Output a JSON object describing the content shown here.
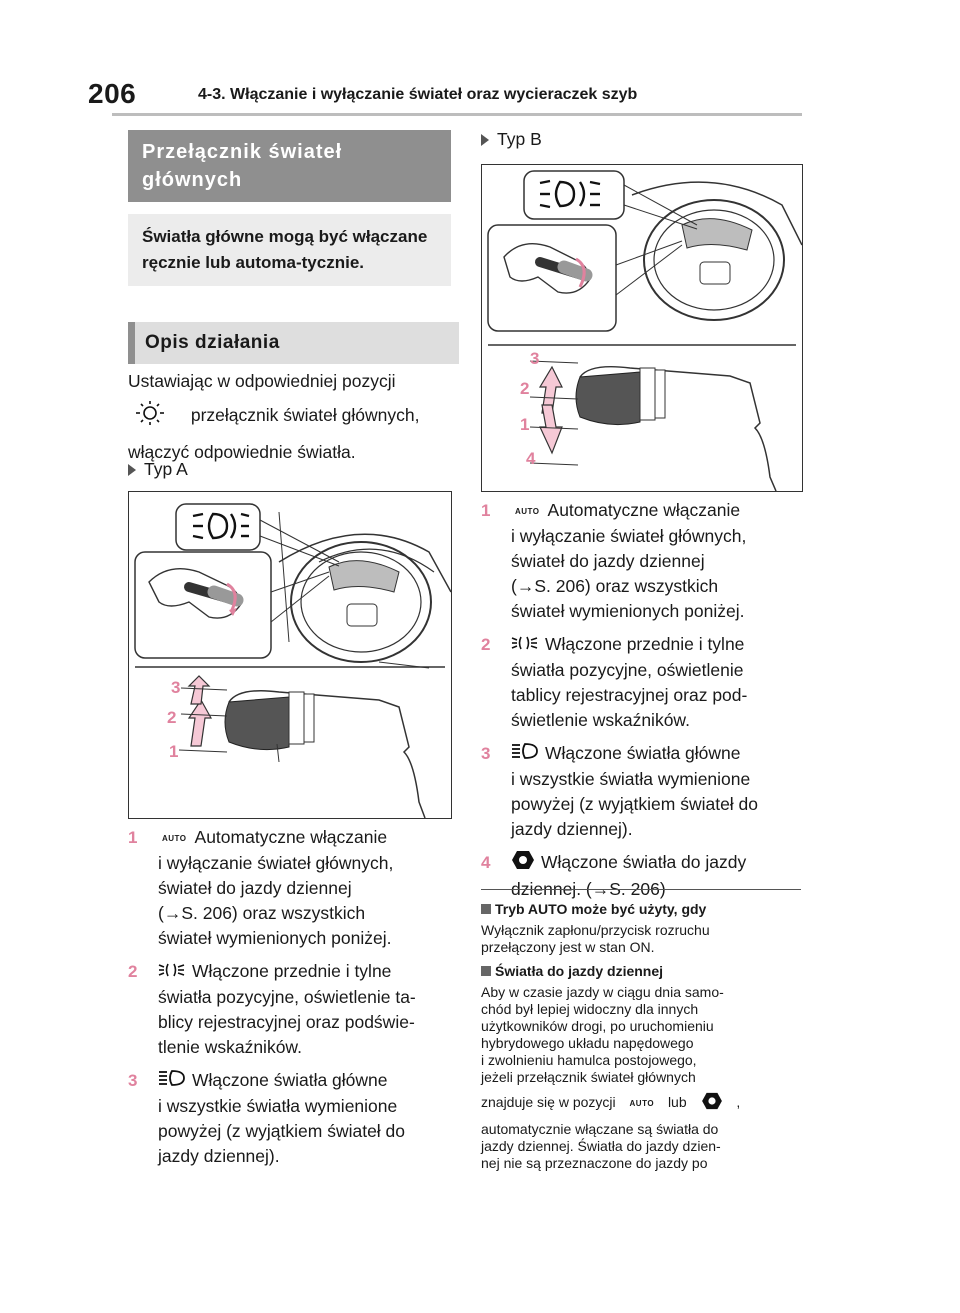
{
  "header": {
    "page_number": "206",
    "chapter_title": "4-3. Włączanie i wyłączanie świateł oraz wycieraczek szyb"
  },
  "left": {
    "section_heading": "Przełącznik świateł głównych",
    "summary": "Światła główne mogą być włączane ręcznie lub automa-tycznie.",
    "subheading": "Opis działania",
    "intro_line1": "Ustawiając w odpowiedniej pozycji",
    "intro_line2": "przełącznik świateł głównych,",
    "intro_line3": "włączyć odpowiednie światła.",
    "type_label": "Typ A",
    "items": [
      {
        "num": "1",
        "icon": "AUTO",
        "lines": [
          "Automatyczne włączanie",
          "i wyłączanie świateł głównych,",
          "świateł do jazdy dziennej",
          "(→S. 206) oraz wszystkich",
          "świateł wymienionych poniżej."
        ]
      },
      {
        "num": "2",
        "lines": [
          "Włączone przednie i tylne",
          "światła pozycyjne, oświetlenie ta-",
          "blicy rejestracyjnej oraz podświe-",
          "tlenie wskaźników."
        ]
      },
      {
        "num": "3",
        "lines": [
          "Włączone światła główne",
          "i wszystkie światła wymienione",
          "powyżej (z wyjątkiem świateł do",
          "jazdy dziennej)."
        ]
      }
    ],
    "fig_labels": [
      "3",
      "2",
      "1"
    ]
  },
  "right": {
    "type_label": "Typ B",
    "items": [
      {
        "num": "1",
        "icon": "AUTO",
        "lines": [
          "Automatyczne włączanie",
          "i wyłączanie świateł głównych,",
          "świateł do jazdy dziennej",
          "(→S. 206) oraz wszystkich",
          "świateł wymienionych poniżej."
        ]
      },
      {
        "num": "2",
        "lines": [
          "Włączone przednie i tylne",
          "światła pozycyjne, oświetlenie",
          "tablicy rejestracyjnej oraz pod-",
          "świetlenie wskaźników."
        ]
      },
      {
        "num": "3",
        "lines": [
          "Włączone światła główne",
          "i wszystkie światła wymienione",
          "powyżej (z wyjątkiem świateł do",
          "jazdy dziennej)."
        ]
      },
      {
        "num": "4",
        "lines": [
          "Włączone światła do jazdy",
          "dziennej. (→S. 206)"
        ]
      }
    ],
    "fig_labels": [
      "3",
      "2",
      "1",
      "4"
    ],
    "note1_title": "Tryb AUTO może być użyty, gdy",
    "note1_lines": [
      "Wyłącznik zapłonu/przycisk rozruchu",
      "przełączony jest w stan ON."
    ],
    "note2_title": "Światła do jazdy dziennej",
    "note2_lines": [
      "Aby w czasie jazdy w ciągu dnia samo-",
      "chód był lepiej widoczny dla innych",
      "użytkowników drogi, po uruchomieniu",
      "hybrydowego układu napędowego",
      "i zwolnieniu hamulca postojowego,",
      "jeżeli przełącznik świateł głównych"
    ],
    "note2_inline_a": "znajduje się w pozycji",
    "note2_inline_b": "lub",
    "note2_inline_c": ",",
    "note2_lines_after": [
      "automatycznie włączane są światła do",
      "jazdy dziennej. Światła do jazdy dzien-",
      "nej nie są przeznaczone do jazdy po"
    ],
    "auto_icon_text": "AUTO"
  },
  "colors": {
    "accent": "#e0829e",
    "heading_dark": "#8f8f8f",
    "heading_light": "#ececec"
  },
  "icons": [
    "headlight-switch-icon",
    "parking-lights-icon",
    "headlights-icon",
    "drl-icon",
    "auto-icon"
  ]
}
